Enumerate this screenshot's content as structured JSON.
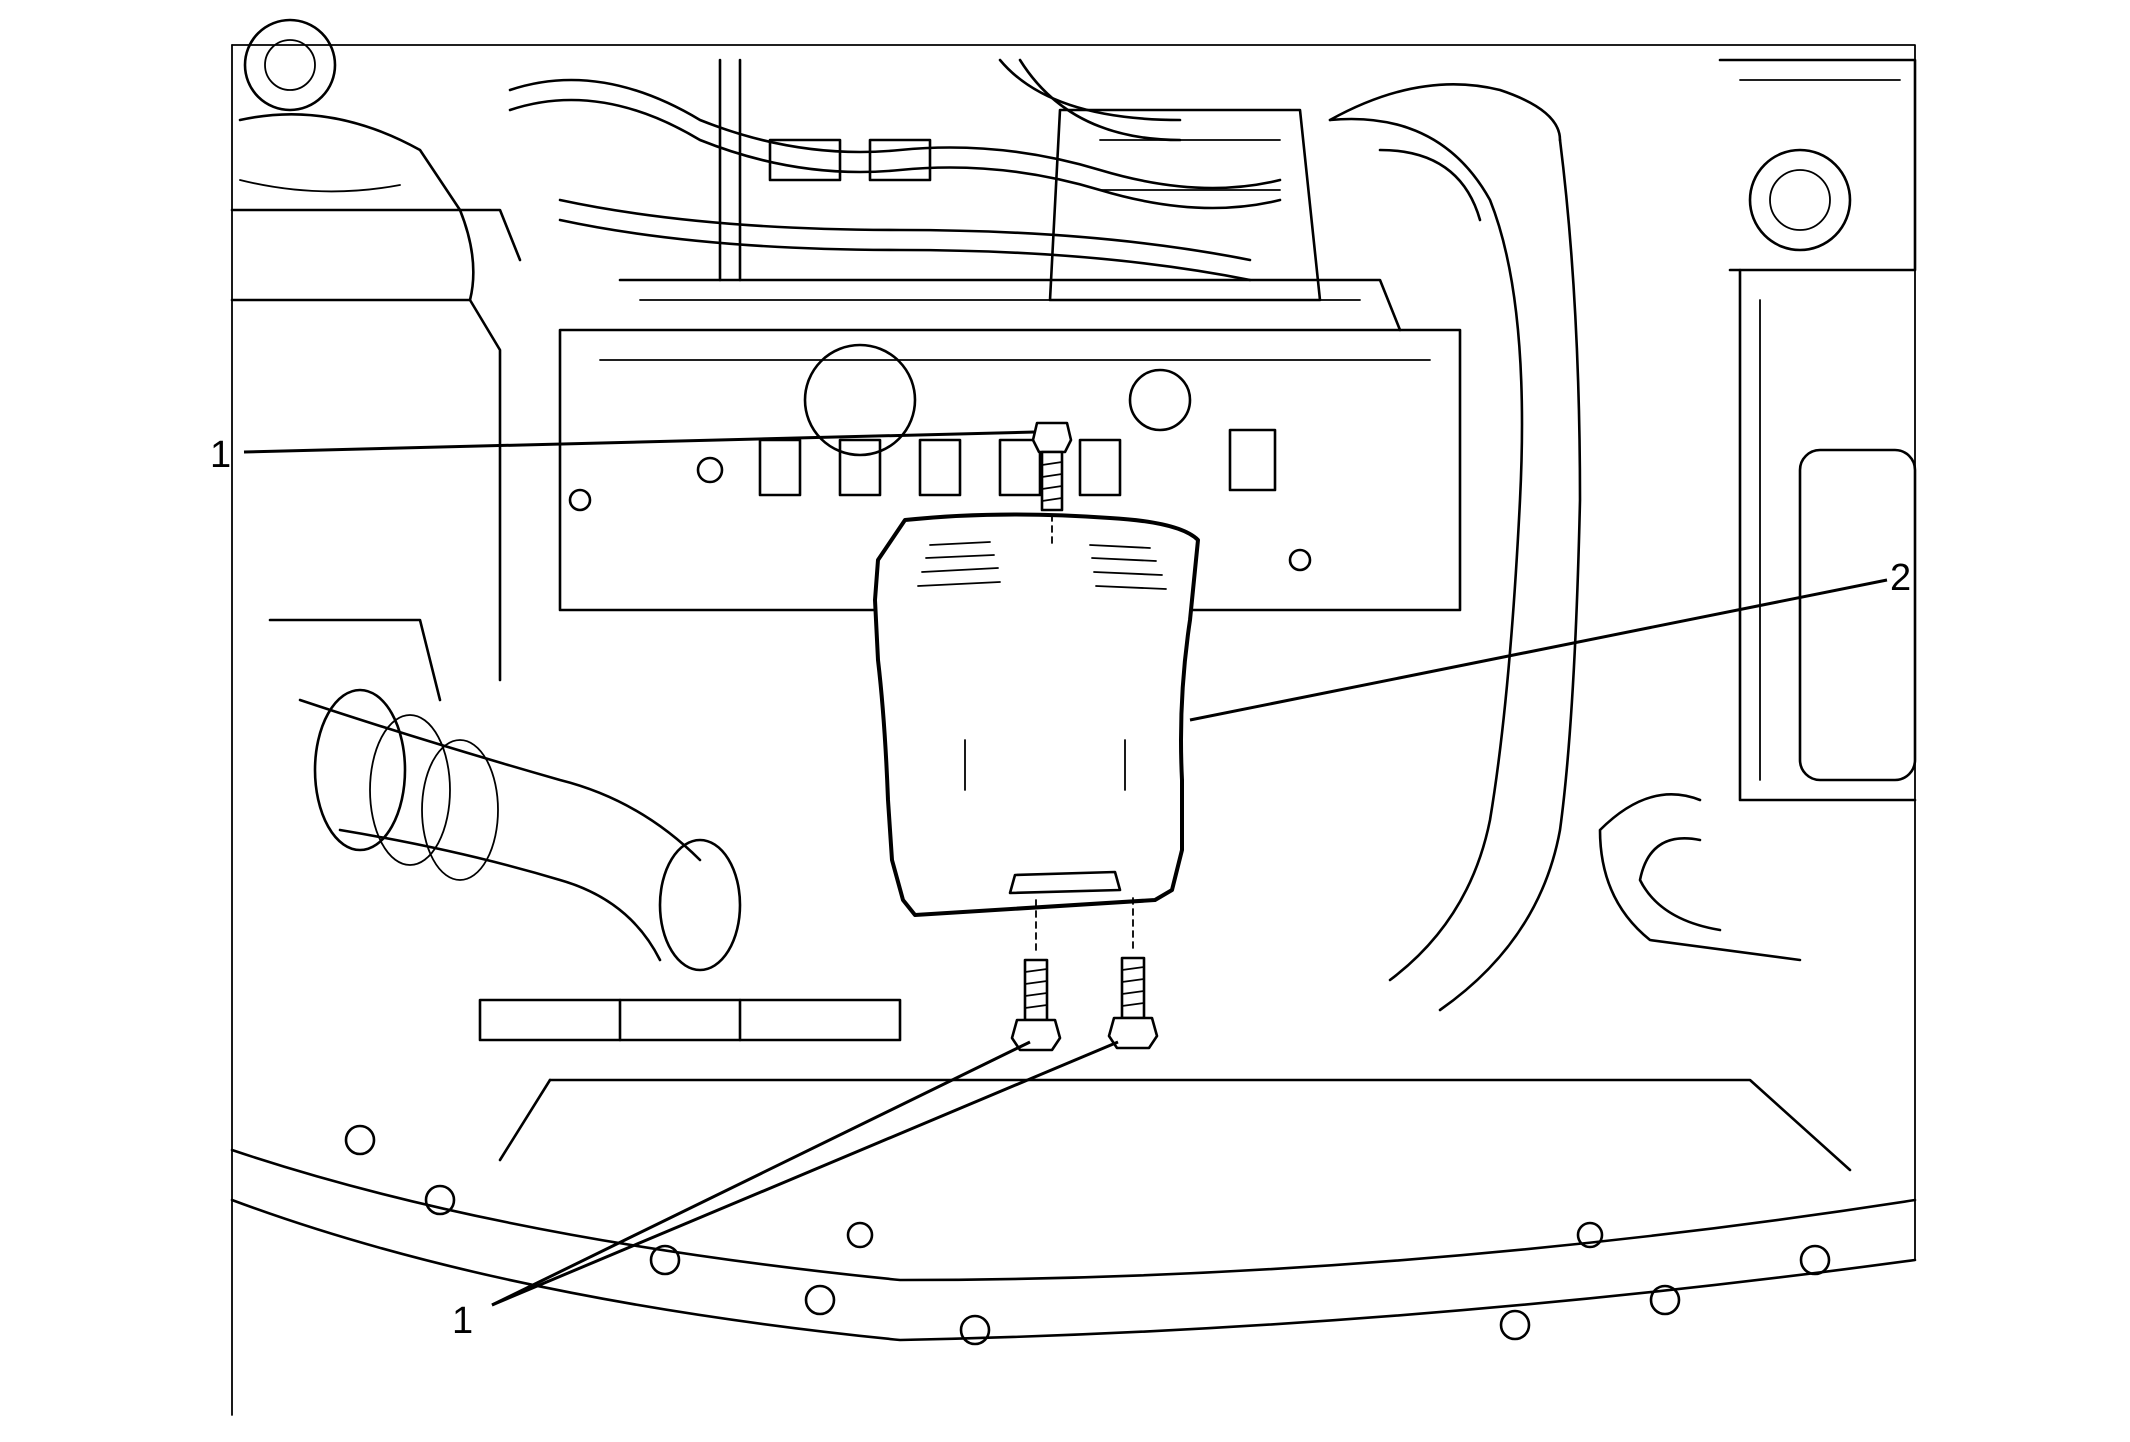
{
  "callouts": [
    {
      "id": "bolt-top",
      "label": "1"
    },
    {
      "id": "shield",
      "label": "2"
    },
    {
      "id": "bolts-bottom",
      "label": "1"
    }
  ],
  "colors": {
    "line": "#000000",
    "background": "#ffffff"
  }
}
